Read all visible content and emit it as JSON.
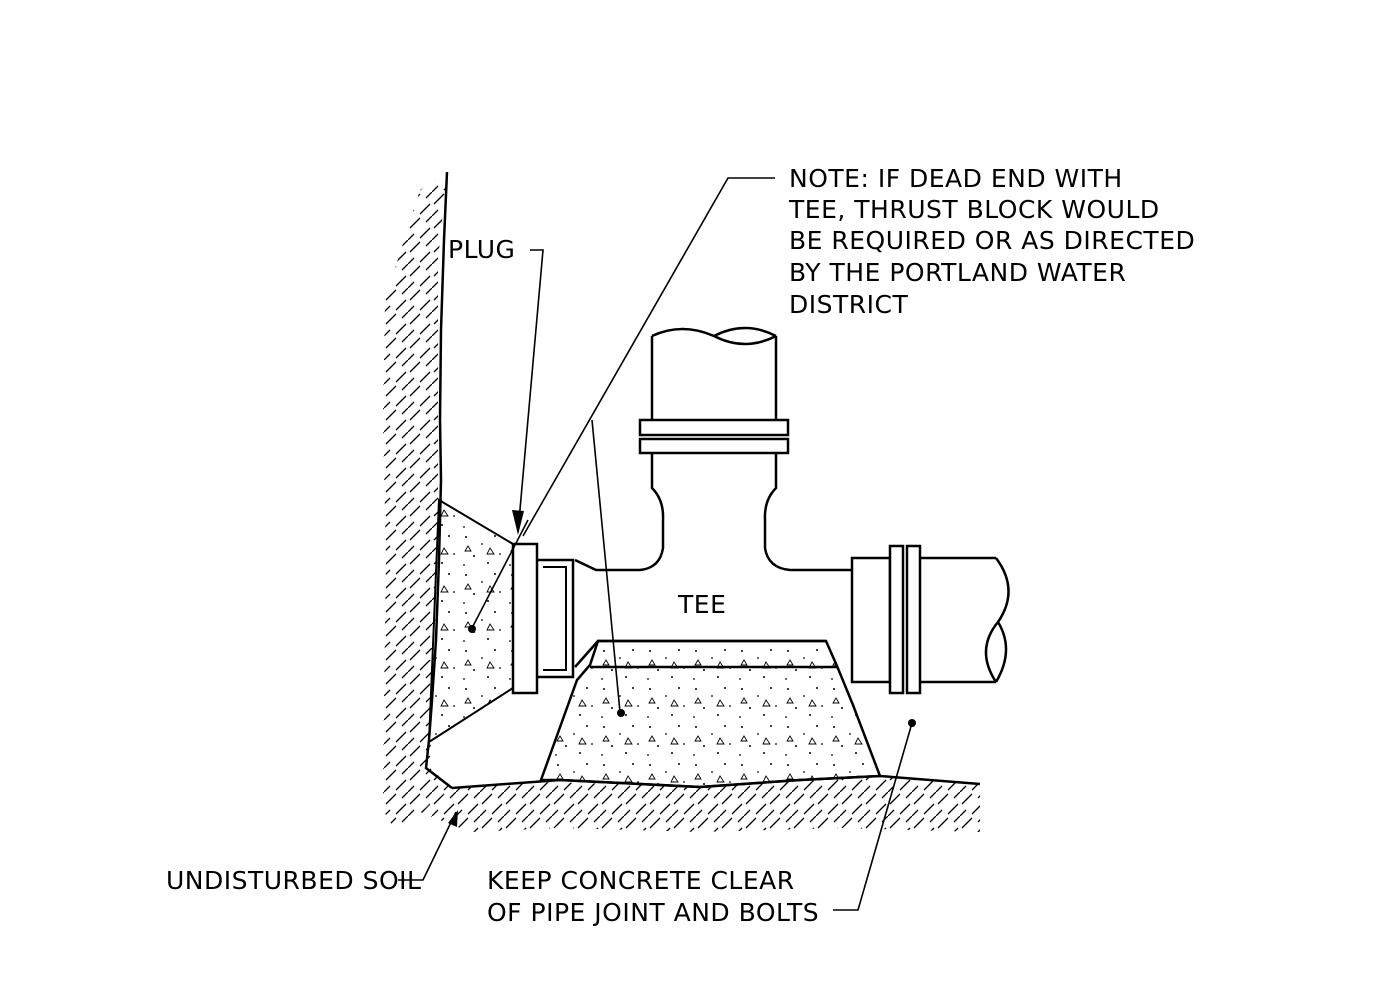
{
  "labels": {
    "note": [
      "NOTE:  IF DEAD END WITH",
      "TEE, THRUST BLOCK WOULD",
      "BE REQUIRED OR AS DIRECTED",
      "BY THE PORTLAND WATER",
      "DISTRICT"
    ],
    "plug": "PLUG",
    "tee": "TEE",
    "undisturbed_soil": "UNDISTURBED SOIL",
    "keep_clear": [
      "KEEP CONCRETE CLEAR",
      "OF PIPE JOINT AND BOLTS"
    ]
  }
}
